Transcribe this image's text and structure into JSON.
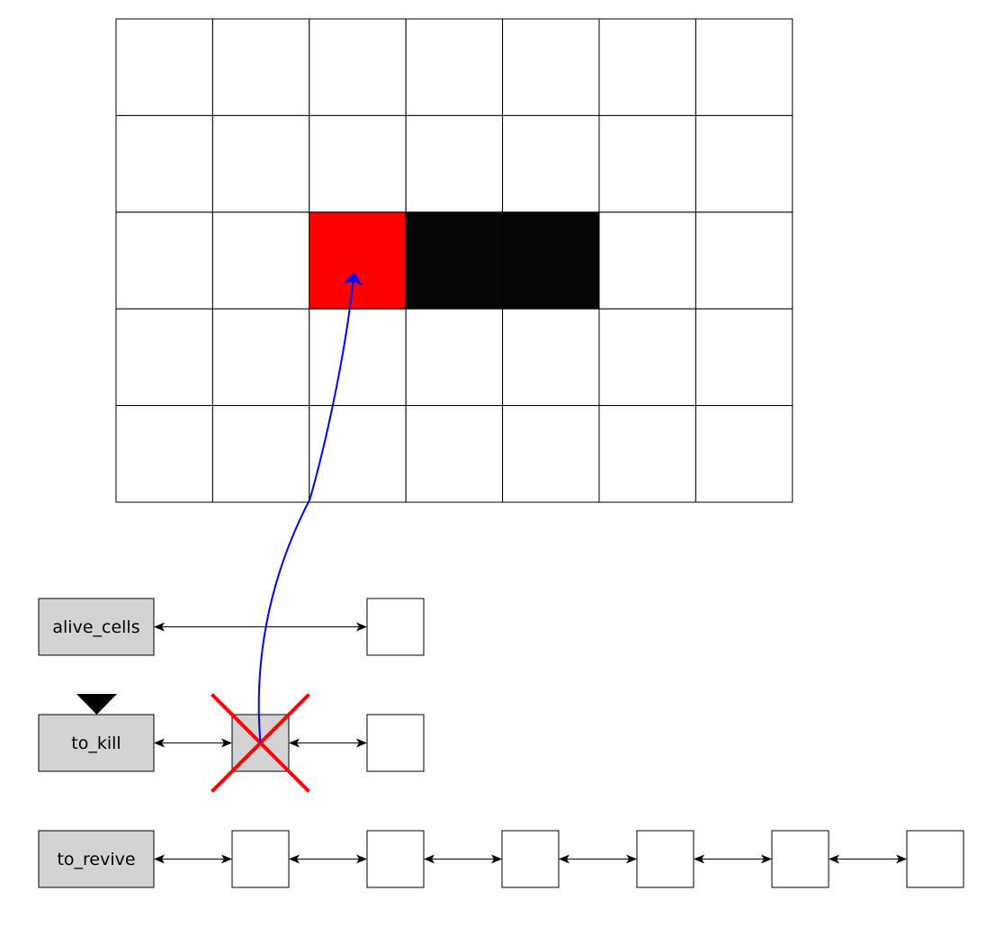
{
  "colors": {
    "background": "#ffffff",
    "line": "#000000",
    "cell_alive": "#060606",
    "cell_highlight": "#ff0000",
    "list_head_fill": "#d3d3d3",
    "node_fill": "#ffffff",
    "removed_node_fill": "#d3d3d3",
    "pointer_curve": "#0000ff",
    "cross_mark": "#ff0000"
  },
  "grid": {
    "rows": 5,
    "cols": 7,
    "alive_cells": [
      [
        2,
        3
      ],
      [
        2,
        4
      ]
    ],
    "highlighted_cell": [
      2,
      2
    ]
  },
  "lists": [
    {
      "label": "alive_cells",
      "node_count": 1,
      "removed_node": null,
      "marker": false
    },
    {
      "label": "to_kill",
      "node_count": 2,
      "removed_node": 0,
      "marker": true
    },
    {
      "label": "to_revive",
      "node_count": 6,
      "removed_node": null,
      "marker": false
    }
  ],
  "pointer": {
    "from_list": 1,
    "from_node": 0,
    "to_cell": [
      2,
      2
    ]
  },
  "icons": {
    "marker": "current-list-marker-icon",
    "cross": "delete-cross-icon",
    "arrowhead": "double-arrow-icon"
  }
}
